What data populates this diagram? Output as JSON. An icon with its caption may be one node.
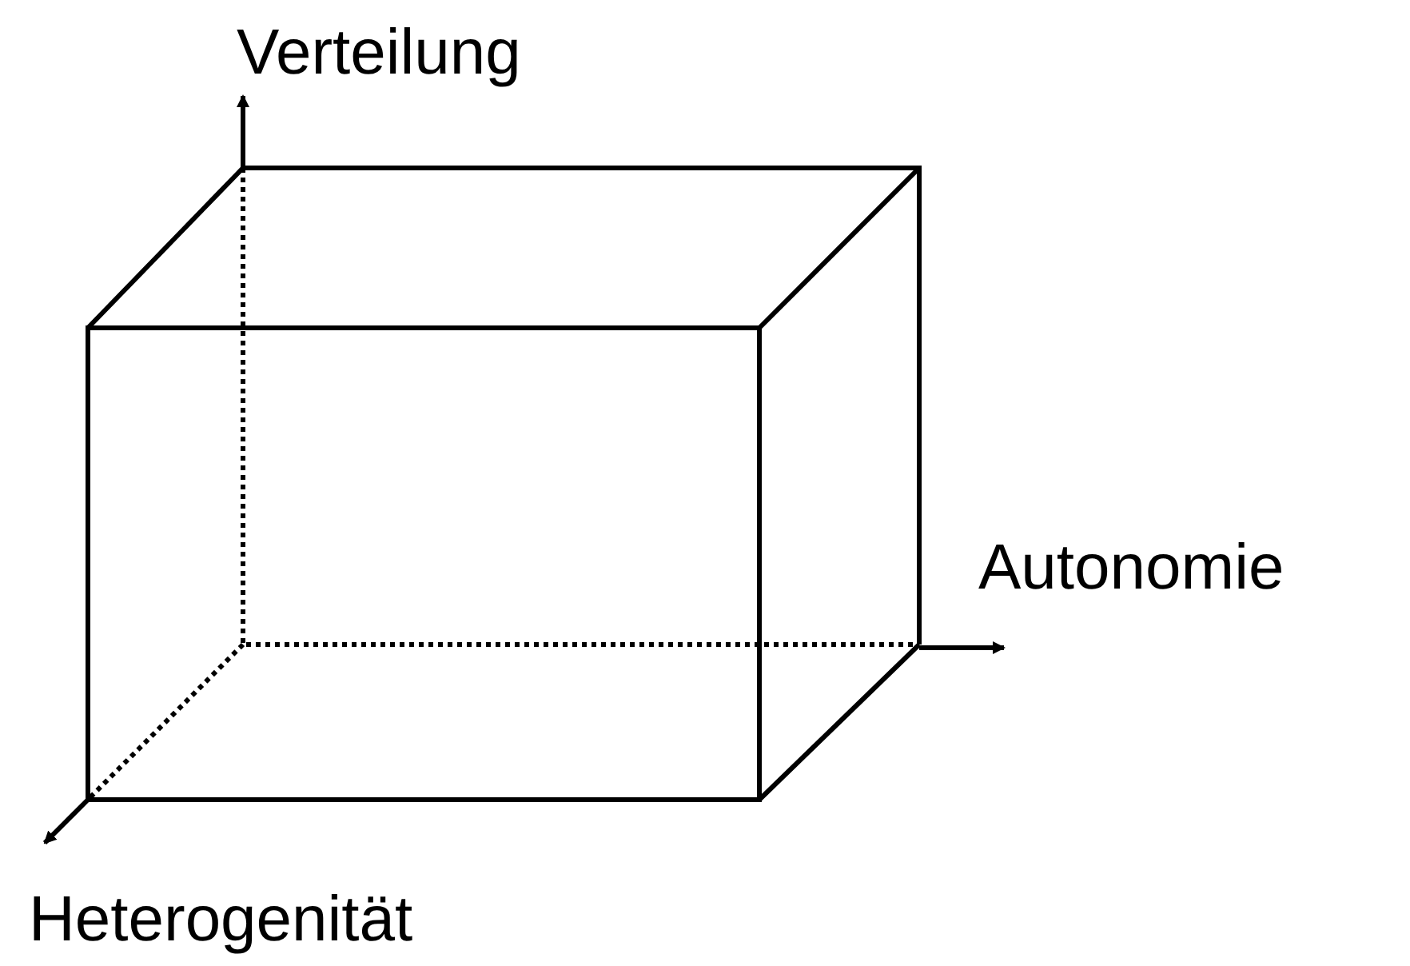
{
  "diagram": {
    "labels": [
      "Verteilung",
      "Autonomie",
      "Heterogenität"
    ]
  }
}
